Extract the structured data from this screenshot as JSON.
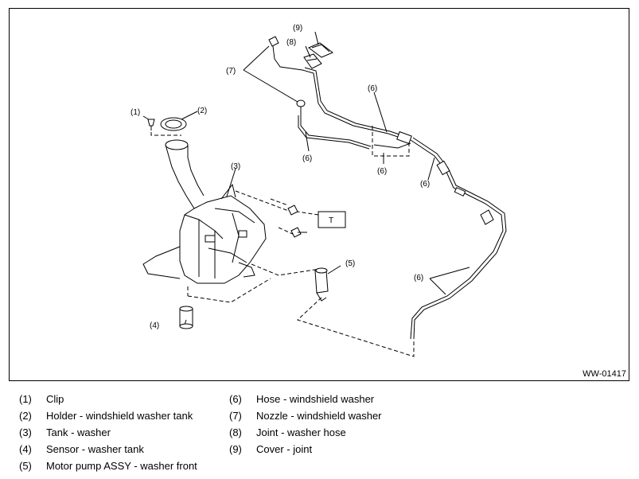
{
  "figure_code": "WW-01417",
  "callouts": [
    "(1)",
    "(2)",
    "(3)",
    "(4)",
    "(5)",
    "(6)",
    "(7)",
    "(8)",
    "(9)",
    "T"
  ],
  "legend": {
    "left": [
      {
        "num": "(1)",
        "text": "Clip"
      },
      {
        "num": "(2)",
        "text": "Holder - windshield washer tank"
      },
      {
        "num": "(3)",
        "text": "Tank - washer"
      },
      {
        "num": "(4)",
        "text": "Sensor - washer tank"
      },
      {
        "num": "(5)",
        "text": "Motor pump ASSY - washer front"
      }
    ],
    "right": [
      {
        "num": "(6)",
        "text": "Hose - windshield washer"
      },
      {
        "num": "(7)",
        "text": "Nozzle - windshield washer"
      },
      {
        "num": "(8)",
        "text": "Joint - washer hose"
      },
      {
        "num": "(9)",
        "text": "Cover - joint"
      }
    ]
  }
}
